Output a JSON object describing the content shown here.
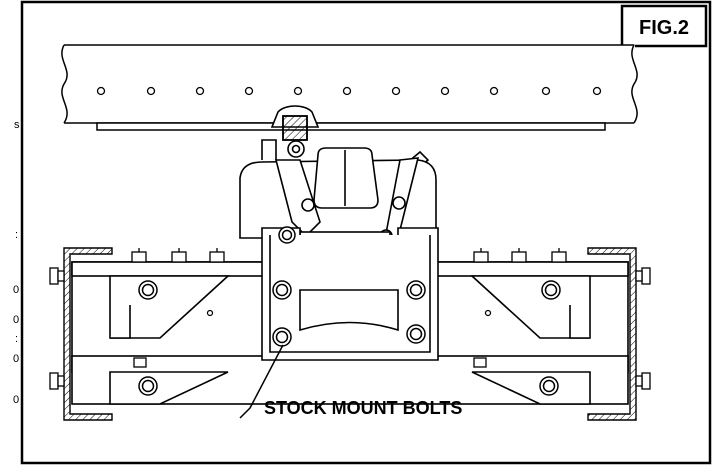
{
  "figure": {
    "label": "FIG.2"
  },
  "callout": {
    "text": "STOCK MOUNT BOLTS"
  },
  "margin": {
    "left_marks": [
      "s",
      ":",
      "0",
      "0",
      ":",
      "0",
      "0"
    ]
  }
}
